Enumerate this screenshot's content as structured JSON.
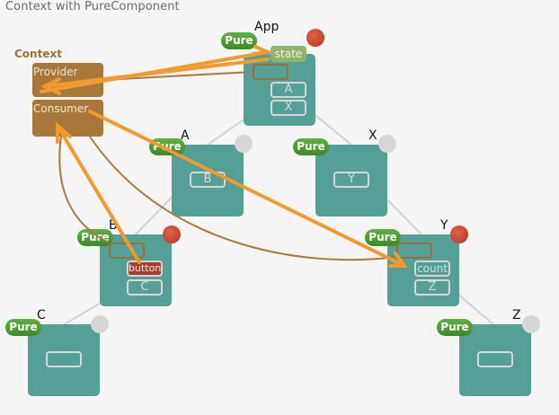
{
  "title": "Context with PureComponent",
  "context": {
    "label": "Context",
    "provider": "Provider",
    "consumer": "Consumer"
  },
  "badge": "Pure",
  "colors": {
    "node": "#55a096",
    "context": "#a8783a",
    "pure_badge": "#4a9c30",
    "rerender_dot": "#c8402a",
    "idle_dot": "#d6d6d6",
    "arrow": "#f39a2e",
    "context_line": "#a67a45"
  },
  "nodes": [
    {
      "name": "App",
      "pure": true,
      "rerendered": true,
      "slots": [
        "state",
        "",
        "A",
        "X"
      ]
    },
    {
      "name": "A",
      "pure": true,
      "rerendered": false,
      "slots": [
        "B"
      ]
    },
    {
      "name": "X",
      "pure": true,
      "rerendered": false,
      "slots": [
        "Y"
      ]
    },
    {
      "name": "B",
      "pure": true,
      "rerendered": true,
      "slots": [
        "",
        "button",
        "C"
      ]
    },
    {
      "name": "Y",
      "pure": true,
      "rerendered": true,
      "slots": [
        "",
        "count",
        "Z"
      ]
    },
    {
      "name": "C",
      "pure": true,
      "rerendered": false,
      "slots": [
        ""
      ]
    },
    {
      "name": "Z",
      "pure": true,
      "rerendered": false,
      "slots": [
        ""
      ]
    }
  ]
}
